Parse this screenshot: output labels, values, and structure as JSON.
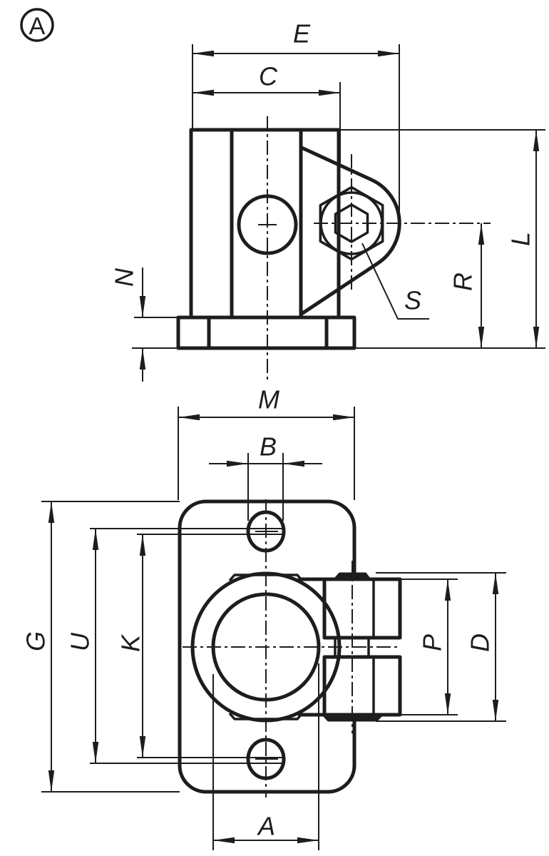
{
  "drawing": {
    "view_label": "A",
    "dims": {
      "E": "E",
      "C": "C",
      "N": "N",
      "S": "S",
      "R": "R",
      "L": "L",
      "M": "M",
      "B": "B",
      "G": "G",
      "U": "U",
      "K": "K",
      "A": "A",
      "P": "P",
      "D": "D"
    },
    "colors": {
      "line": "#1d1d1b",
      "background": "#ffffff"
    }
  }
}
